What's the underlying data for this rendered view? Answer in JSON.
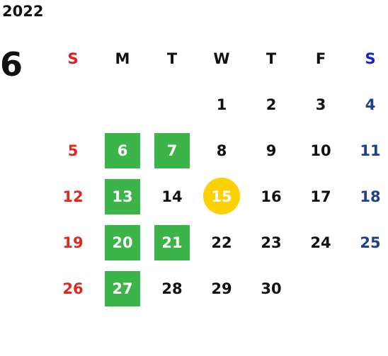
{
  "calendar": {
    "year": "2022",
    "month": "6",
    "weekday_headers": [
      "S",
      "M",
      "T",
      "W",
      "T",
      "F",
      "S"
    ],
    "weeks": [
      [
        "",
        "",
        "",
        "1",
        "2",
        "3",
        "4"
      ],
      [
        "5",
        "6",
        "7",
        "8",
        "9",
        "10",
        "11"
      ],
      [
        "12",
        "13",
        "14",
        "15",
        "16",
        "17",
        "18"
      ],
      [
        "19",
        "20",
        "21",
        "22",
        "23",
        "24",
        "25"
      ],
      [
        "26",
        "27",
        "28",
        "29",
        "30",
        "",
        ""
      ]
    ],
    "highlighted_days": [
      "6",
      "7",
      "13",
      "20",
      "21",
      "27"
    ],
    "today": "15"
  },
  "colors": {
    "sunday": "#dc2a20",
    "saturday": "#1f3f94",
    "highlight": "#3cb44a",
    "today": "#fdd000"
  }
}
